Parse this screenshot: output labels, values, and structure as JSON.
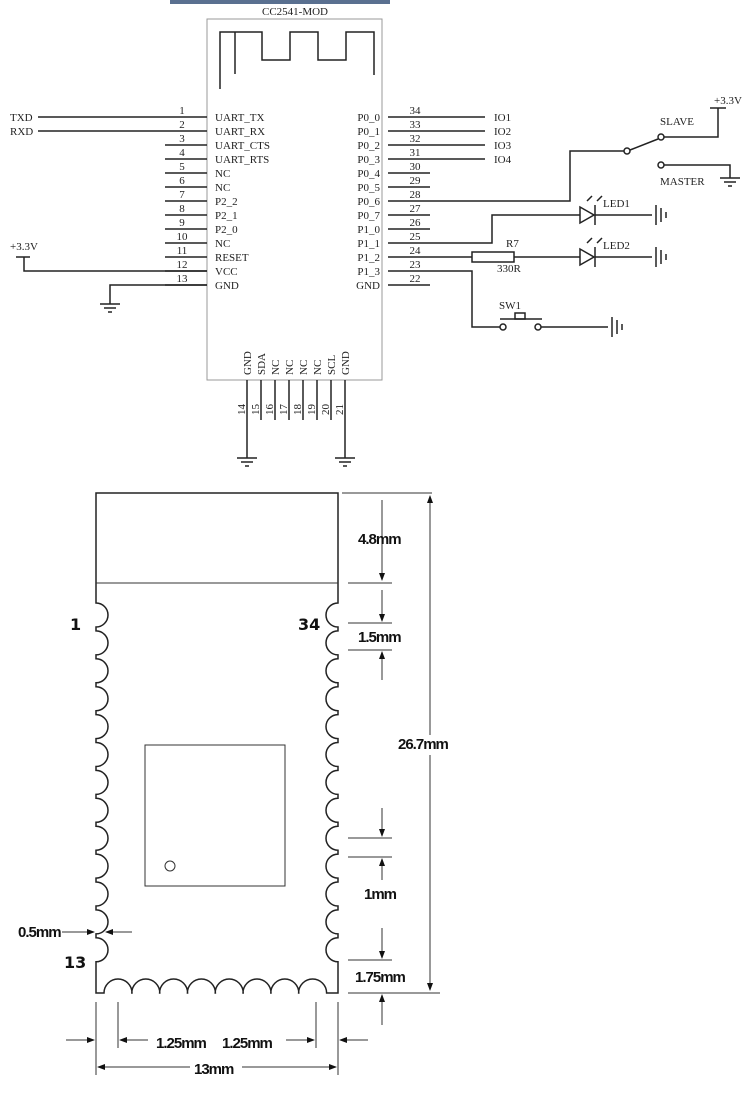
{
  "schematic": {
    "title": "CC2541-MOD",
    "left_pins": [
      {
        "num": "1",
        "name": "UART_TX",
        "net": "TXD"
      },
      {
        "num": "2",
        "name": "UART_RX",
        "net": "RXD"
      },
      {
        "num": "3",
        "name": "UART_CTS"
      },
      {
        "num": "4",
        "name": "UART_RTS"
      },
      {
        "num": "5",
        "name": "NC"
      },
      {
        "num": "6",
        "name": "NC"
      },
      {
        "num": "7",
        "name": "P2_2"
      },
      {
        "num": "8",
        "name": "P2_1"
      },
      {
        "num": "9",
        "name": "P2_0"
      },
      {
        "num": "10",
        "name": "NC"
      },
      {
        "num": "11",
        "name": "RESET"
      },
      {
        "num": "12",
        "name": "VCC"
      },
      {
        "num": "13",
        "name": "GND"
      }
    ],
    "right_pins": [
      {
        "num": "34",
        "name": "P0_0",
        "net": "IO1"
      },
      {
        "num": "33",
        "name": "P0_1",
        "net": "IO2"
      },
      {
        "num": "32",
        "name": "P0_2",
        "net": "IO3"
      },
      {
        "num": "31",
        "name": "P0_3",
        "net": "IO4"
      },
      {
        "num": "30",
        "name": "P0_4"
      },
      {
        "num": "29",
        "name": "P0_5"
      },
      {
        "num": "28",
        "name": "P0_6"
      },
      {
        "num": "27",
        "name": "P0_7"
      },
      {
        "num": "26",
        "name": "P1_0"
      },
      {
        "num": "25",
        "name": "P1_1"
      },
      {
        "num": "24",
        "name": "P1_2"
      },
      {
        "num": "23",
        "name": "P1_3"
      },
      {
        "num": "22",
        "name": "GND"
      }
    ],
    "bottom_pins": [
      {
        "num": "14",
        "name": "GND"
      },
      {
        "num": "15",
        "name": "SDA"
      },
      {
        "num": "16",
        "name": "NC"
      },
      {
        "num": "17",
        "name": "NC"
      },
      {
        "num": "18",
        "name": "NC"
      },
      {
        "num": "19",
        "name": "NC"
      },
      {
        "num": "20",
        "name": "SCL"
      },
      {
        "num": "21",
        "name": "GND"
      }
    ],
    "vcc_label_left": "+3.3V",
    "vcc_label_right": "+3.3V",
    "slave": "SLAVE",
    "master": "MASTER",
    "led1": "LED1",
    "led2": "LED2",
    "resistor_ref": "R7",
    "resistor_value": "330R",
    "switch_ref": "SW1"
  },
  "footprint": {
    "pin_first_left": "1",
    "pin_last_left": "13",
    "pin_first_right": "34",
    "dims": {
      "antenna": "4.8mm",
      "first_pin": "1.5mm",
      "total_height": "26.7mm",
      "pitch": "1mm",
      "last_pin": "1.75mm",
      "pad_depth": "0.5mm",
      "bottom_left": "1.25mm",
      "bottom_right": "1.25mm",
      "width": "13mm"
    }
  }
}
